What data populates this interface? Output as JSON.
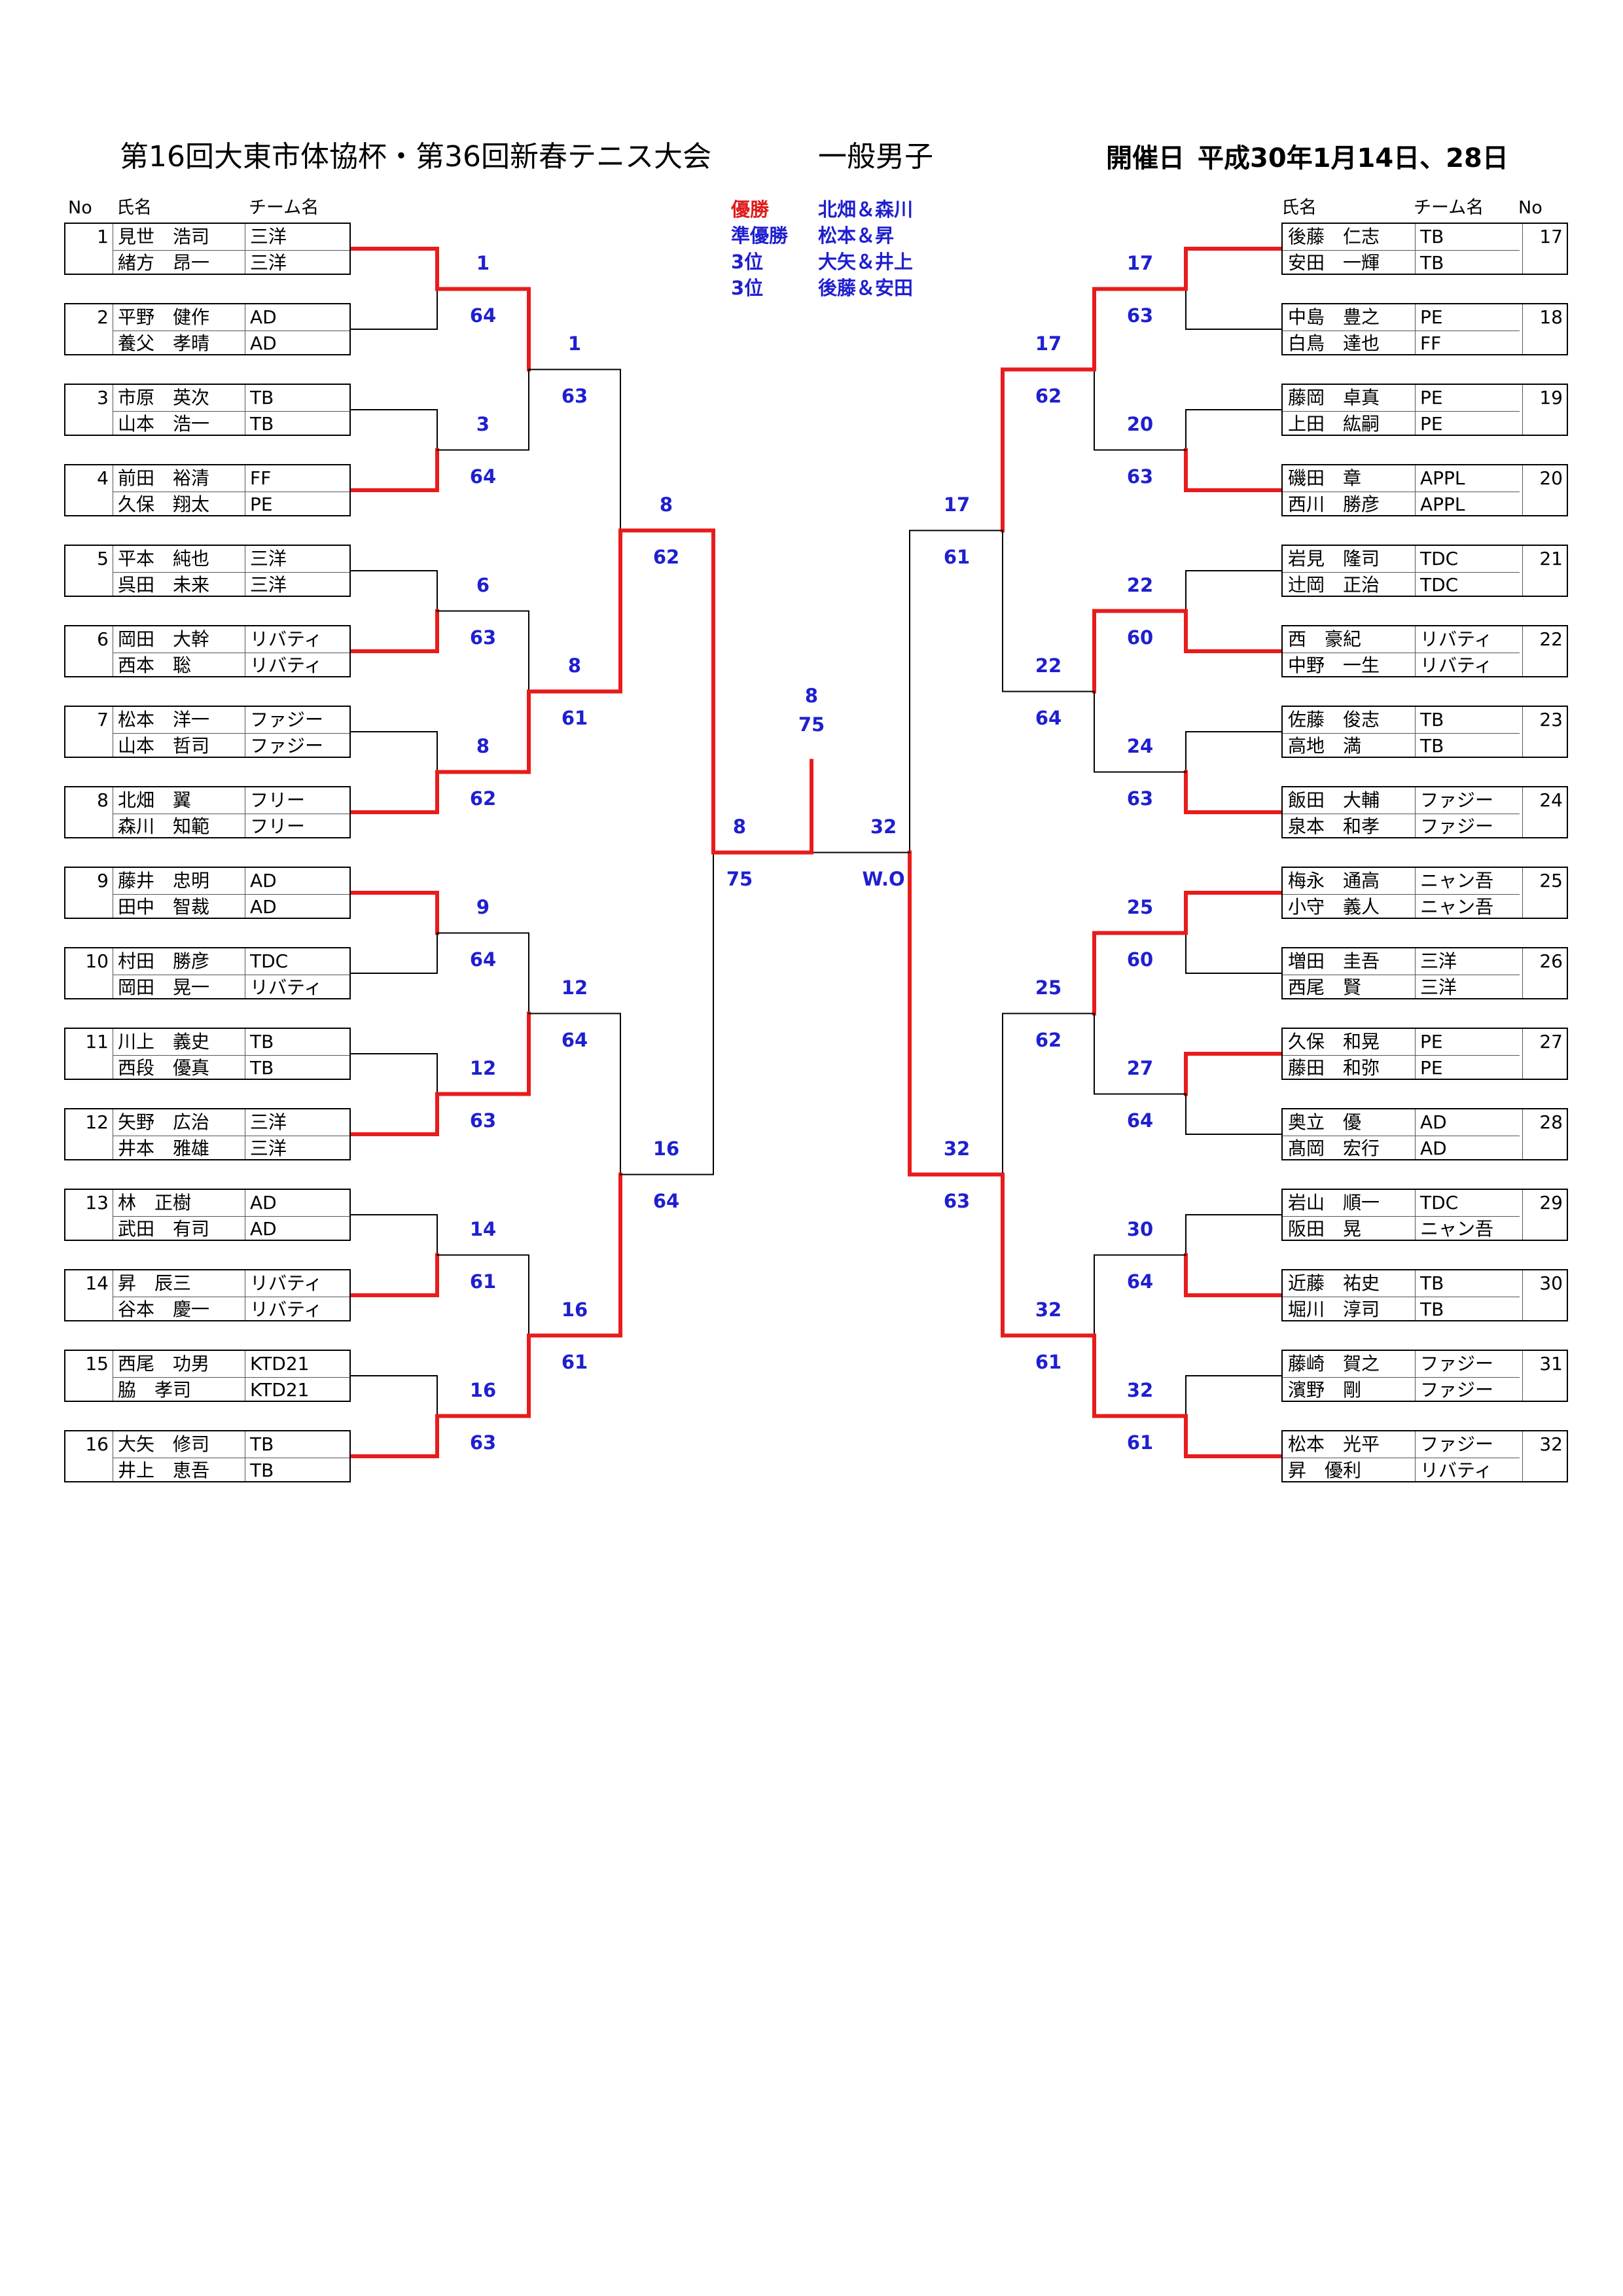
{
  "header": {
    "title": "第16回大東市体協杯・第36回新春テニス大会",
    "category": "一般男子",
    "date_label": "開催日",
    "date_value": "平成30年1月14日、28日"
  },
  "columns": {
    "no": "No",
    "name": "氏名",
    "team": "チーム名"
  },
  "results": [
    {
      "label": "優勝",
      "value": "北畑＆森川"
    },
    {
      "label": "準優勝",
      "value": "松本＆昇"
    },
    {
      "label": "3位",
      "value": "大矢＆井上"
    },
    {
      "label": "3位",
      "value": "後藤＆安田"
    }
  ],
  "entries": [
    {
      "no": "1",
      "players": [
        {
          "name": "見世　浩司",
          "team": "三洋"
        },
        {
          "name": "緒方　昂一",
          "team": "三洋"
        }
      ]
    },
    {
      "no": "2",
      "players": [
        {
          "name": "平野　健作",
          "team": "AD"
        },
        {
          "name": "養父　孝晴",
          "team": "AD"
        }
      ]
    },
    {
      "no": "3",
      "players": [
        {
          "name": "市原　英次",
          "team": "TB"
        },
        {
          "name": "山本　浩一",
          "team": "TB"
        }
      ]
    },
    {
      "no": "4",
      "players": [
        {
          "name": "前田　裕清",
          "team": "FF"
        },
        {
          "name": "久保　翔太",
          "team": "PE"
        }
      ]
    },
    {
      "no": "5",
      "players": [
        {
          "name": "平本　純也",
          "team": "三洋"
        },
        {
          "name": "呉田　未来",
          "team": "三洋"
        }
      ]
    },
    {
      "no": "6",
      "players": [
        {
          "name": "岡田　大幹",
          "team": "リバティ"
        },
        {
          "name": "西本　聡",
          "team": "リバティ"
        }
      ]
    },
    {
      "no": "7",
      "players": [
        {
          "name": "松本　洋一",
          "team": "ファジー"
        },
        {
          "name": "山本　哲司",
          "team": "ファジー"
        }
      ]
    },
    {
      "no": "8",
      "players": [
        {
          "name": "北畑　翼",
          "team": "フリー"
        },
        {
          "name": "森川　知範",
          "team": "フリー"
        }
      ]
    },
    {
      "no": "9",
      "players": [
        {
          "name": "藤井　忠明",
          "team": "AD"
        },
        {
          "name": "田中　智裁",
          "team": "AD"
        }
      ]
    },
    {
      "no": "10",
      "players": [
        {
          "name": "村田　勝彦",
          "team": "TDC"
        },
        {
          "name": "岡田　晃一",
          "team": "リバティ"
        }
      ]
    },
    {
      "no": "11",
      "players": [
        {
          "name": "川上　義史",
          "team": "TB"
        },
        {
          "name": "西段　優真",
          "team": "TB"
        }
      ]
    },
    {
      "no": "12",
      "players": [
        {
          "name": "矢野　広治",
          "team": "三洋"
        },
        {
          "name": "井本　雅雄",
          "team": "三洋"
        }
      ]
    },
    {
      "no": "13",
      "players": [
        {
          "name": "林　正樹",
          "team": "AD"
        },
        {
          "name": "武田　有司",
          "team": "AD"
        }
      ]
    },
    {
      "no": "14",
      "players": [
        {
          "name": "昇　辰三",
          "team": "リバティ"
        },
        {
          "name": "谷本　慶一",
          "team": "リバティ"
        }
      ]
    },
    {
      "no": "15",
      "players": [
        {
          "name": "西尾　功男",
          "team": "KTD21"
        },
        {
          "name": "脇　孝司",
          "team": "KTD21"
        }
      ]
    },
    {
      "no": "16",
      "players": [
        {
          "name": "大矢　修司",
          "team": "TB"
        },
        {
          "name": "井上　恵吾",
          "team": "TB"
        }
      ]
    },
    {
      "no": "17",
      "players": [
        {
          "name": "後藤　仁志",
          "team": "TB"
        },
        {
          "name": "安田　一輝",
          "team": "TB"
        }
      ]
    },
    {
      "no": "18",
      "players": [
        {
          "name": "中島　豊之",
          "team": "PE"
        },
        {
          "name": "白鳥　達也",
          "team": "FF"
        }
      ]
    },
    {
      "no": "19",
      "players": [
        {
          "name": "藤岡　卓真",
          "team": "PE"
        },
        {
          "name": "上田　紘嗣",
          "team": "PE"
        }
      ]
    },
    {
      "no": "20",
      "players": [
        {
          "name": "磯田　章",
          "team": "APPL"
        },
        {
          "name": "西川　勝彦",
          "team": "APPL"
        }
      ]
    },
    {
      "no": "21",
      "players": [
        {
          "name": "岩見　隆司",
          "team": "TDC"
        },
        {
          "name": "辻岡　正治",
          "team": "TDC"
        }
      ]
    },
    {
      "no": "22",
      "players": [
        {
          "name": "西　豪紀",
          "team": "リバティ"
        },
        {
          "name": "中野　一生",
          "team": "リバティ"
        }
      ]
    },
    {
      "no": "23",
      "players": [
        {
          "name": "佐藤　俊志",
          "team": "TB"
        },
        {
          "name": "高地　満",
          "team": "TB"
        }
      ]
    },
    {
      "no": "24",
      "players": [
        {
          "name": "飯田　大輔",
          "team": "ファジー"
        },
        {
          "name": "泉本　和孝",
          "team": "ファジー"
        }
      ]
    },
    {
      "no": "25",
      "players": [
        {
          "name": "梅永　通高",
          "team": "ニャン吾"
        },
        {
          "name": "小守　義人",
          "team": "ニャン吾"
        }
      ]
    },
    {
      "no": "26",
      "players": [
        {
          "name": "増田　圭吾",
          "team": "三洋"
        },
        {
          "name": "西尾　賢",
          "team": "三洋"
        }
      ]
    },
    {
      "no": "27",
      "players": [
        {
          "name": "久保　和晃",
          "team": "PE"
        },
        {
          "name": "藤田　和弥",
          "team": "PE"
        }
      ]
    },
    {
      "no": "28",
      "players": [
        {
          "name": "奥立　優",
          "team": "AD"
        },
        {
          "name": "髙岡　宏行",
          "team": "AD"
        }
      ]
    },
    {
      "no": "29",
      "players": [
        {
          "name": "岩山　順一",
          "team": "TDC"
        },
        {
          "name": "阪田　晃",
          "team": "ニャン吾"
        }
      ]
    },
    {
      "no": "30",
      "players": [
        {
          "name": "近藤　祐史",
          "team": "TB"
        },
        {
          "name": "堀川　淳司",
          "team": "TB"
        }
      ]
    },
    {
      "no": "31",
      "players": [
        {
          "name": "藤崎　賀之",
          "team": "ファジー"
        },
        {
          "name": "濱野　剛",
          "team": "ファジー"
        }
      ]
    },
    {
      "no": "32",
      "players": [
        {
          "name": "松本　光平",
          "team": "ファジー"
        },
        {
          "name": "昇　優利",
          "team": "リバティ"
        }
      ]
    }
  ],
  "rounds": {
    "r1": [
      {
        "winner": "1",
        "score": "64",
        "win": 0
      },
      {
        "winner": "3",
        "score": "64",
        "win": 1
      },
      {
        "winner": "6",
        "score": "63",
        "win": 1
      },
      {
        "winner": "8",
        "score": "62",
        "win": 1
      },
      {
        "winner": "9",
        "score": "64",
        "win": 0
      },
      {
        "winner": "12",
        "score": "63",
        "win": 1
      },
      {
        "winner": "14",
        "score": "61",
        "win": 1
      },
      {
        "winner": "16",
        "score": "63",
        "win": 1
      },
      {
        "winner": "17",
        "score": "63",
        "win": 0
      },
      {
        "winner": "20",
        "score": "63",
        "win": 1
      },
      {
        "winner": "22",
        "score": "60",
        "win": 1
      },
      {
        "winner": "24",
        "score": "63",
        "win": 1
      },
      {
        "winner": "25",
        "score": "60",
        "win": 0
      },
      {
        "winner": "27",
        "score": "64",
        "win": 0
      },
      {
        "winner": "30",
        "score": "64",
        "win": 1
      },
      {
        "winner": "32",
        "score": "61",
        "win": 1
      }
    ],
    "r2": [
      {
        "winner": "1",
        "score": "63",
        "win": 0
      },
      {
        "winner": "8",
        "score": "61",
        "win": 1
      },
      {
        "winner": "12",
        "score": "64",
        "win": 1
      },
      {
        "winner": "16",
        "score": "61",
        "win": 1
      },
      {
        "winner": "17",
        "score": "62",
        "win": 0
      },
      {
        "winner": "22",
        "score": "64",
        "win": 0
      },
      {
        "winner": "25",
        "score": "62",
        "win": 0
      },
      {
        "winner": "32",
        "score": "61",
        "win": 1
      }
    ],
    "r3": [
      {
        "winner": "8",
        "score": "62",
        "win": 1
      },
      {
        "winner": "16",
        "score": "64",
        "win": 1
      },
      {
        "winner": "17",
        "score": "61",
        "win": 0
      },
      {
        "winner": "32",
        "score": "63",
        "win": 1
      }
    ],
    "semis": [
      {
        "winner": "8",
        "score": "75",
        "win": 0
      },
      {
        "winner": "32",
        "score": "W.O",
        "win": 1
      }
    ],
    "final": {
      "winner": "8",
      "score": "75"
    }
  }
}
